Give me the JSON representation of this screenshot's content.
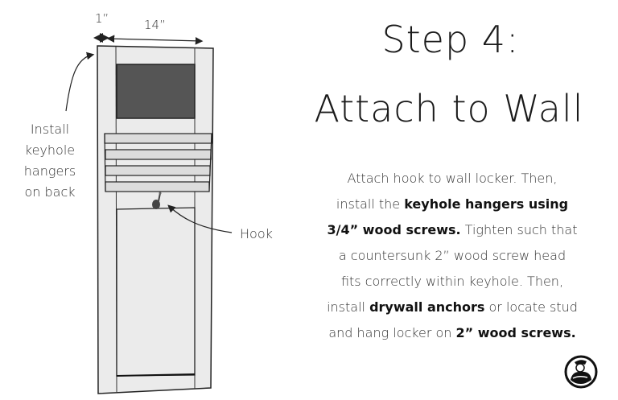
{
  "diagram": {
    "dimensions": {
      "stile_width": "1”",
      "panel_width": "14”"
    },
    "callouts": {
      "keyhole": [
        "Install",
        "keyhole",
        "hangers",
        "on back"
      ],
      "hook": "Hook"
    },
    "colors": {
      "frame": "#ebebeb",
      "chalkboard": "#555555",
      "slats": "#dcdcdc",
      "outline": "#222222"
    }
  },
  "heading": {
    "line1": "Step 4:",
    "line2": "Attach to Wall"
  },
  "instructions": {
    "segments": [
      {
        "text": "Attach hook to wall locker. Then,",
        "bold": false,
        "br": true
      },
      {
        "text": "install the ",
        "bold": false
      },
      {
        "text": "keyhole hangers using",
        "bold": true,
        "br": true
      },
      {
        "text": "3/4” wood screws.",
        "bold": true
      },
      {
        "text": " Tighten such that",
        "bold": false,
        "br": true
      },
      {
        "text": "a countersunk 2” wood screw head",
        "bold": false,
        "br": true
      },
      {
        "text": "fits correctly within keyhole. Then,",
        "bold": false,
        "br": true
      },
      {
        "text": "install ",
        "bold": false
      },
      {
        "text": "drywall anchors",
        "bold": true
      },
      {
        "text": " or locate stud",
        "bold": false,
        "br": true
      },
      {
        "text": "and hang locker on ",
        "bold": false
      },
      {
        "text": "2” wood screws.",
        "bold": true
      }
    ]
  },
  "logo": {
    "icon": "woodworker-logo-icon"
  }
}
